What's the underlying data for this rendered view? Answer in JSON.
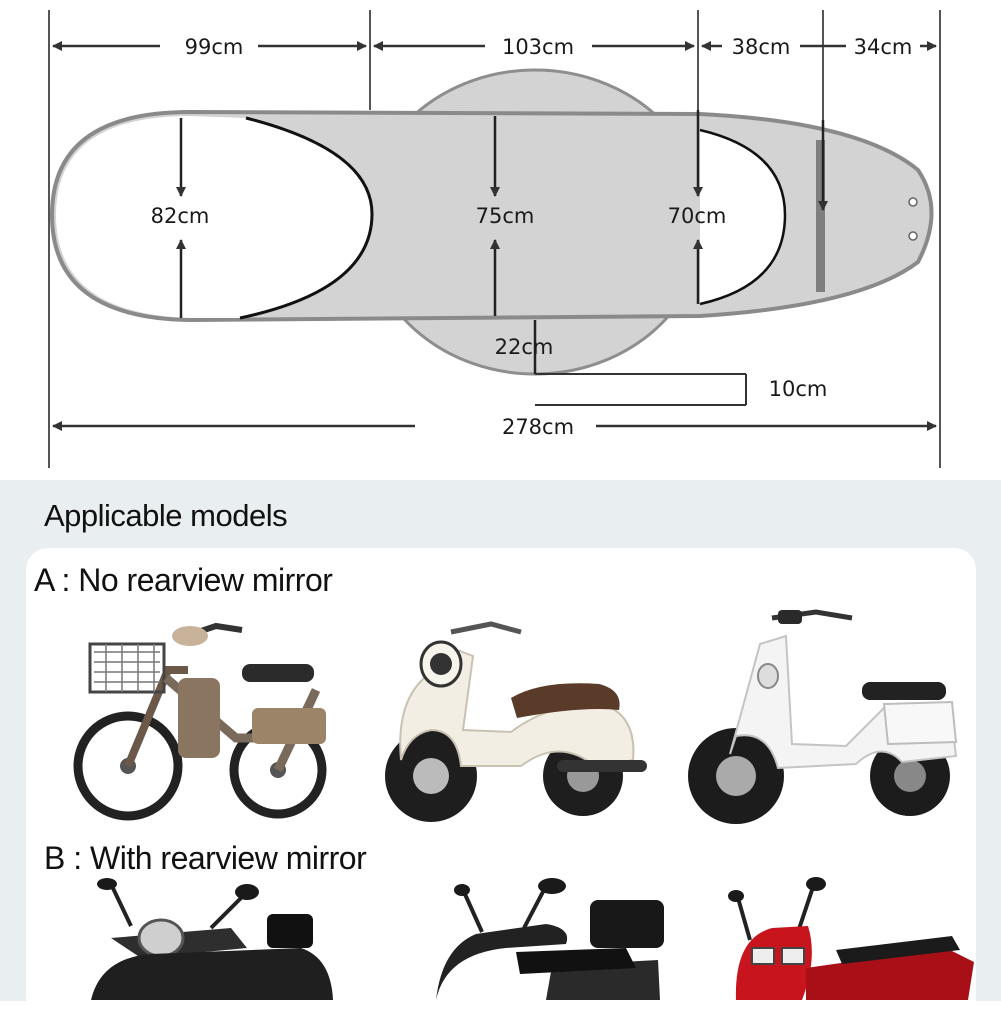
{
  "dimensions": {
    "top_99": "99cm",
    "top_103": "103cm",
    "top_38": "38cm",
    "top_34": "34cm",
    "height_82": "82cm",
    "height_75": "75cm",
    "height_70": "70cm",
    "flap_22": "22cm",
    "flap_10": "10cm",
    "total_278": "278cm"
  },
  "models": {
    "title": "Applicable models",
    "group_a": "A : No rearview mirror",
    "group_b": "B : With rearview mirror"
  },
  "colors": {
    "cover_fill": "#d3d3d3",
    "cover_outline": "#8a8a8a",
    "panel_bg": "#e9eef1",
    "card_bg": "#ffffff"
  }
}
